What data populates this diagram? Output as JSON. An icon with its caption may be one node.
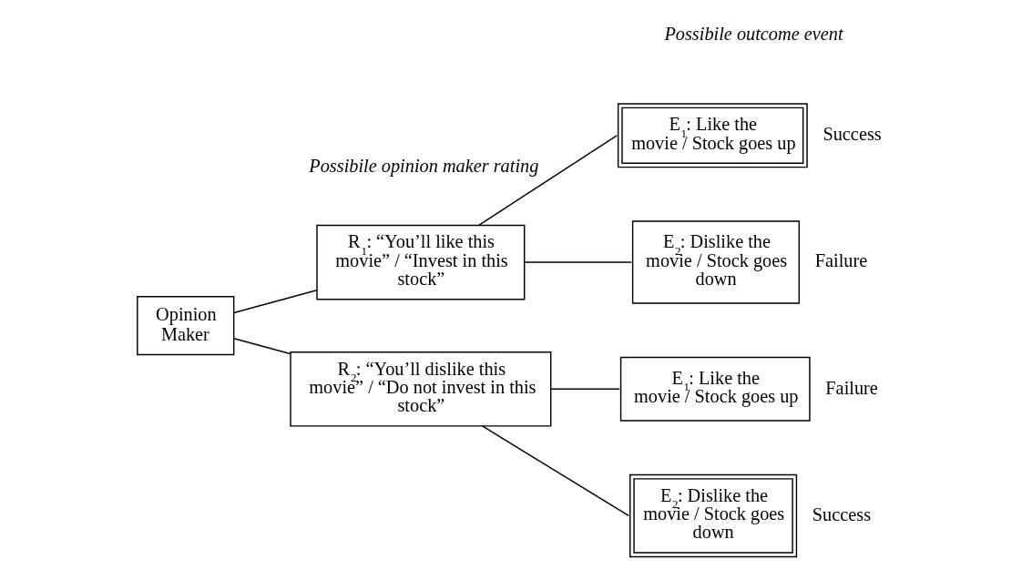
{
  "diagram": {
    "nodes": [
      {
        "text": [
          "Opinion Maker"
        ]
      },
      {
        "text": [
          "R$_{1}$: “You’ll like this movie” / “Invest in this stock”"
        ]
      },
      {
        "text": [
          "R$_{2}$: “You’ll dislike this movie” / “Do not invest in this stock”"
        ]
      },
      {
        "text": [
          "E$_{1}$: Like the movie / Stock goes up"
        ],
        "beside": [
          "Success"
        ]
      },
      {
        "text": [
          "E$_{2}$: Dislike the movie / Stock goes down"
        ],
        "beside": [
          "Failure"
        ]
      },
      {
        "text": [
          "E$_{1}$: Like the movie / Stock goes up"
        ],
        "beside": [
          "Failure"
        ]
      },
      {
        "text": [
          "E$_{2}$: Dislike the movie / Stock goes down"
        ],
        "beside": [
          "Success"
        ]
      }
    ],
    "edges": [
      {
        "from": 0,
        "to": 1,
        "arrow": "none"
      },
      {
        "from": 0,
        "to": 2,
        "arrow": "none"
      },
      {
        "from": 1,
        "to": 3,
        "arrow": "none"
      },
      {
        "from": 1,
        "to": 4,
        "arrow": "none"
      },
      {
        "from": 2,
        "to": 5,
        "arrow": "none"
      },
      {
        "from": 2,
        "to": 6,
        "arrow": "none"
      }
    ],
    "labels": [
      "Possibile opinion maker rating",
      "Possibile outcome event"
    ]
  }
}
